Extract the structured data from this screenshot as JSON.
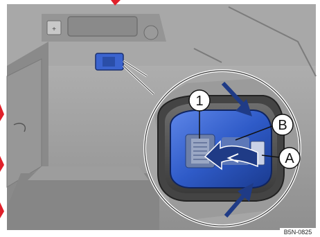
{
  "figure": {
    "callouts": {
      "one": "1",
      "a": "A",
      "b": "B"
    },
    "image_code": "B5N-0825",
    "colors": {
      "background_gray": "#9c9c9c",
      "lever_blue": "#2f5bc8",
      "arrow_blue": "#1f3b86",
      "frame_red": "#e0202a"
    },
    "icons": [
      "release-lever",
      "press-arrow",
      "slide-arrow"
    ]
  }
}
